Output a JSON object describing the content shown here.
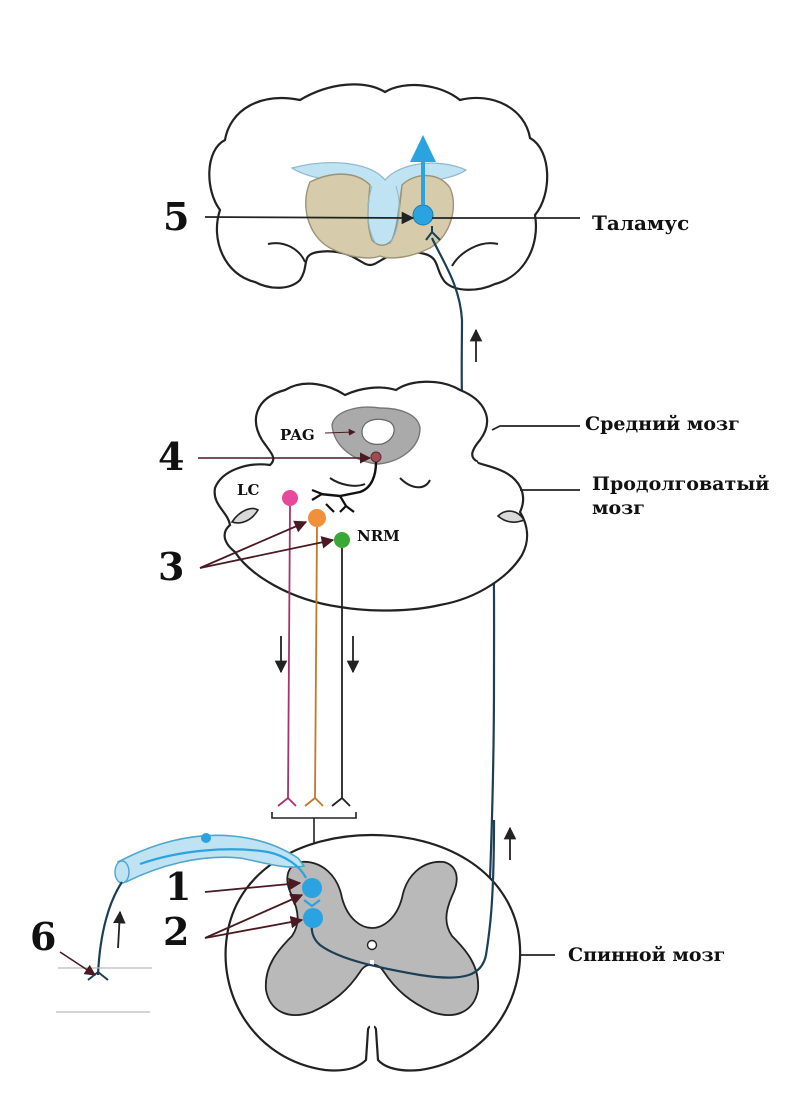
{
  "labels": {
    "thalamus": "Таламус",
    "midbrain": "Средний мозг",
    "medulla_line1": "Продолговатый",
    "medulla_line2": "мозг",
    "spinal": "Спинной мозг",
    "pag": "PAG",
    "lc": "LC",
    "nrm": "NRM"
  },
  "numbers": {
    "n1": "1",
    "n2": "2",
    "n3": "3",
    "n4": "4",
    "n5": "5",
    "n6": "6"
  },
  "colors": {
    "neuron_blue": "#2aa3e0",
    "tract_blue": "#1c3f55",
    "lc_pink": "#e8499a",
    "orange": "#f0903a",
    "nrm_green": "#3aa836",
    "thalamus_fill": "#d6ccab",
    "ventricle": "#bfe3f2",
    "gray_matter": "#b9b9b9",
    "pag_fill": "#aaaaaa",
    "line": "#222222"
  },
  "icons": [
    "arrow-up-icon",
    "arrow-down-icon"
  ]
}
